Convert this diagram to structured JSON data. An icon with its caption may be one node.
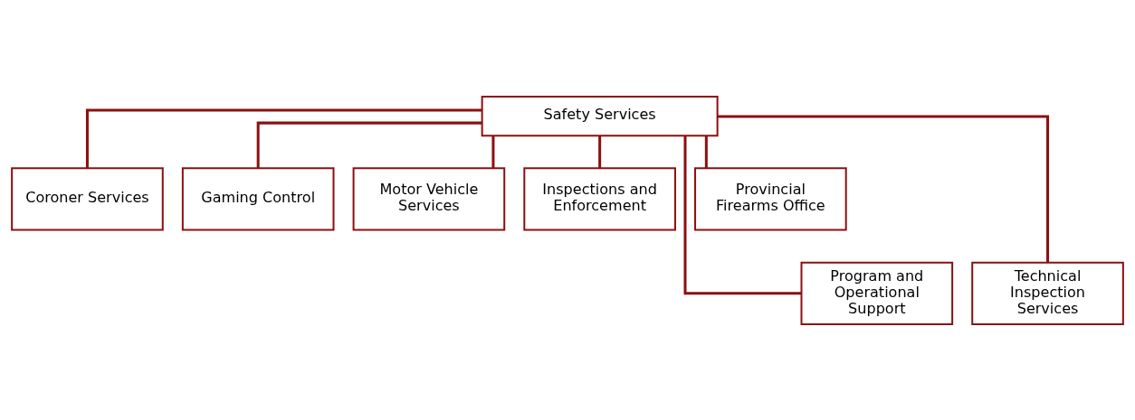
{
  "diagram": {
    "nodes": [
      {
        "text": [
          "Safety Services"
        ]
      },
      {
        "text": [
          "Coroner Services"
        ]
      },
      {
        "text": [
          "Gaming Control"
        ]
      },
      {
        "text": [
          "Motor Vehicle Services"
        ]
      },
      {
        "text": [
          "Inspections and Enforcement"
        ]
      },
      {
        "text": [
          "Provincial Firearms Office"
        ]
      },
      {
        "text": [
          "Program and Operational Support"
        ]
      },
      {
        "text": [
          "Technical Inspection Services"
        ]
      }
    ],
    "edges": [
      {
        "from": 0,
        "to": 1,
        "arrow": "none"
      },
      {
        "from": 0,
        "to": 2,
        "arrow": "none"
      },
      {
        "from": 0,
        "to": 3,
        "arrow": "none"
      },
      {
        "from": 0,
        "to": 4,
        "arrow": "none"
      },
      {
        "from": 0,
        "to": 5,
        "arrow": "none"
      },
      {
        "from": 0,
        "to": 6,
        "arrow": "none"
      },
      {
        "from": 0,
        "to": 7,
        "arrow": "none"
      }
    ]
  }
}
